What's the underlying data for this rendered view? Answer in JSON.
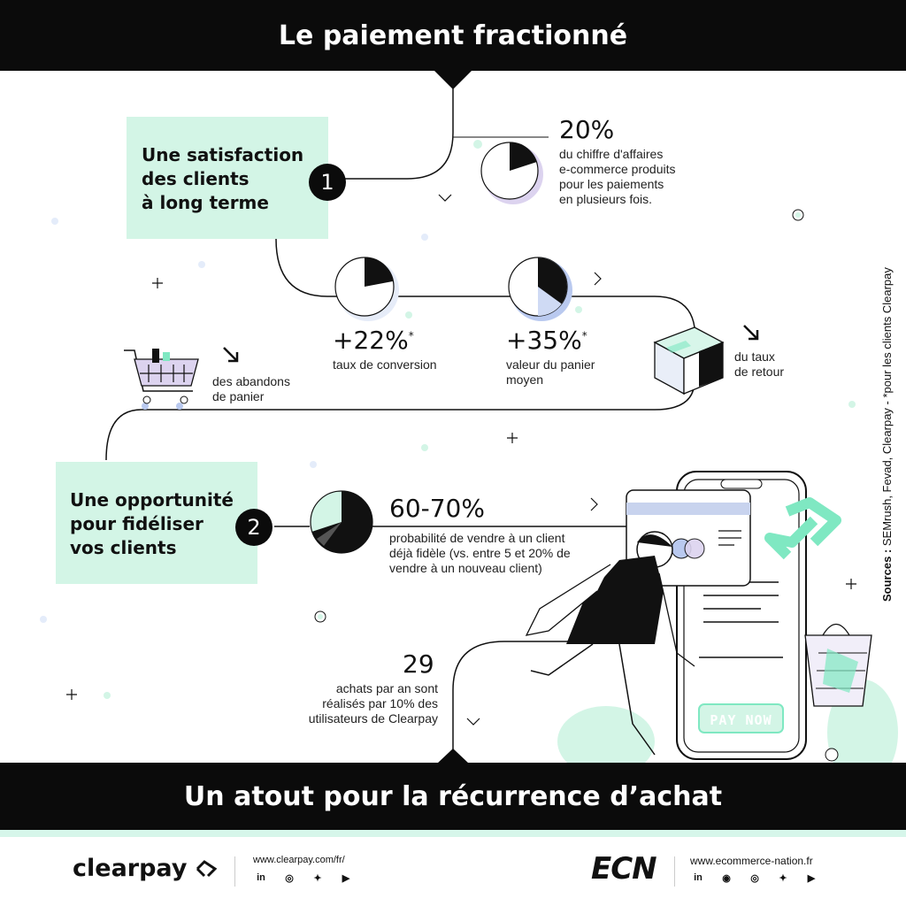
{
  "header": {
    "title": "Le paiement fractionné"
  },
  "section1": {
    "label": "Une satisfaction des clients à long terme",
    "label_lines": [
      "Une satisfaction",
      "des clients",
      "à long terme"
    ],
    "number": "1"
  },
  "section2": {
    "label_lines": [
      "Une opportunité",
      "pour fidéliser",
      "vos clients"
    ],
    "number": "2"
  },
  "stats": {
    "s20": {
      "value": "20%",
      "text_lines": [
        "du chiffre d'affaires",
        "e-commerce produits",
        "pour les paiements",
        "en plusieurs fois."
      ],
      "fraction": 0.2
    },
    "s22": {
      "value": "+22%",
      "star": "*",
      "text": "taux de conversion",
      "fraction": 0.22
    },
    "s35": {
      "value": "+35%",
      "star": "*",
      "text_lines": [
        "valeur du panier",
        "moyen"
      ],
      "fraction": 0.35
    },
    "abandon": {
      "text_lines": [
        "des abandons",
        "de panier"
      ]
    },
    "retour": {
      "text_lines": [
        "du taux",
        "de retour"
      ]
    },
    "s6070": {
      "value": "60-70%",
      "text_lines": [
        "probabilité de vendre à un client",
        "déjà fidèle (vs. entre 5 et 20% de",
        "vendre à un nouveau client)"
      ],
      "fraction": 0.7
    },
    "s29": {
      "value": "29",
      "text_lines": [
        "achats par an sont",
        "réalisés par 10% des",
        "utilisateurs de Clearpay"
      ]
    }
  },
  "illustration": {
    "pay_now": "PAY NOW"
  },
  "sources": {
    "label": "Sources :",
    "text": " SEMrush, Fevad, Clearpay   -   *pour les clients Clearpay"
  },
  "bottom": {
    "title": "Un atout pour la récurrence d’achat"
  },
  "footer": {
    "clearpay_logo": "clearpay",
    "clearpay_url": "www.clearpay.com/fr/",
    "ecn_logo": "ECN",
    "ecn_url": "www.ecommerce-nation.fr",
    "social_linkedin": "in"
  },
  "colors": {
    "mint": "#d3f5e6",
    "mint_accent": "#7fe8c2",
    "lavender": "#dcd3ef",
    "blue": "#b9c9ef",
    "black": "#0b0b0b"
  }
}
